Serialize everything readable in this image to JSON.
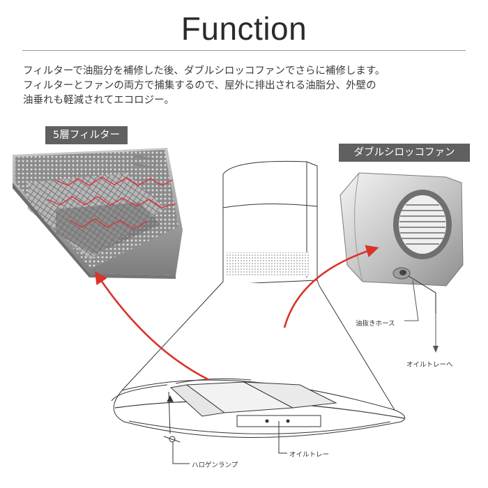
{
  "header": {
    "title": "Function"
  },
  "description": {
    "lines": [
      "フィルターで油脂分を補修した後、ダブルシロッコファンでさらに補修します。",
      "フィルターとファンの両方で捕集するので、屋外に排出される油脂分、外壁の",
      "油垂れも軽減されてエコロジー。"
    ]
  },
  "badges": {
    "filter": "5層フィルター",
    "fan": "ダブルシロッコファン"
  },
  "callouts": {
    "oil_hose": "油抜きホース",
    "to_oil_tray": "オイルトレーへ",
    "oil_tray": "オイルトレー",
    "halogen_lamp": "ハロゲンランプ"
  },
  "colors": {
    "badge_bg": "#606060",
    "arrow_red": "#d9332b",
    "filter_wave_red": "#e0303a"
  }
}
